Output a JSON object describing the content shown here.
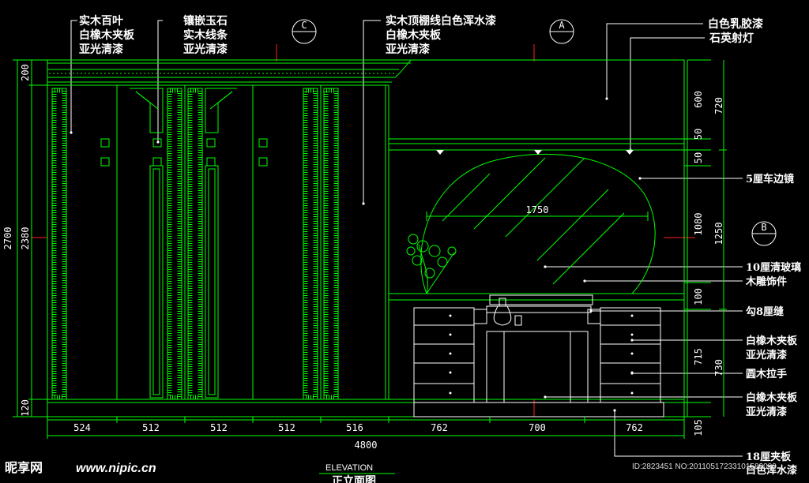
{
  "colors": {
    "background": "#000000",
    "green": "#00ff00",
    "cyan": "#00ffff",
    "white": "#ffffff",
    "red": "#ff2020",
    "yellow": "#ffff00"
  },
  "callouts": {
    "top_left_1": [
      "实木百叶",
      "白橡木夹板",
      "亚光清漆"
    ],
    "top_left_2": [
      "镶嵌玉石",
      "实木线条",
      "亚光清漆"
    ],
    "top_mid": [
      "实木顶棚线白色浑水漆",
      "白橡木夹板",
      "亚光清漆"
    ],
    "top_right": [
      "白色乳胶漆",
      "石英射灯"
    ],
    "right": [
      "5厘车边镜",
      "10厘清玻璃",
      "木雕饰件",
      "勾8厘缝",
      "白橡木夹板",
      "亚光清漆",
      "圆木拉手",
      "白橡木夹板",
      "亚光清漆",
      "18厘夹板",
      "白色浑水漆"
    ]
  },
  "section_marks": [
    "C",
    "A",
    "B"
  ],
  "dims": {
    "bottom": [
      "524",
      "512",
      "512",
      "512",
      "516",
      "762",
      "700",
      "762"
    ],
    "total": "4800",
    "mirror_width": "1750",
    "left": [
      "200",
      "2700",
      "2380",
      "120"
    ],
    "right_inner": [
      "600",
      "50",
      "50",
      "1080",
      "100",
      "715",
      "105"
    ],
    "right_outer": [
      "720",
      "1250",
      "730"
    ]
  },
  "title": {
    "en": "ELEVATION",
    "cn": "正立面图"
  },
  "watermark": {
    "cn": "昵享网",
    "url": "www.nipic.cn",
    "id": "ID:2823451 NO:20110517233101583000"
  }
}
